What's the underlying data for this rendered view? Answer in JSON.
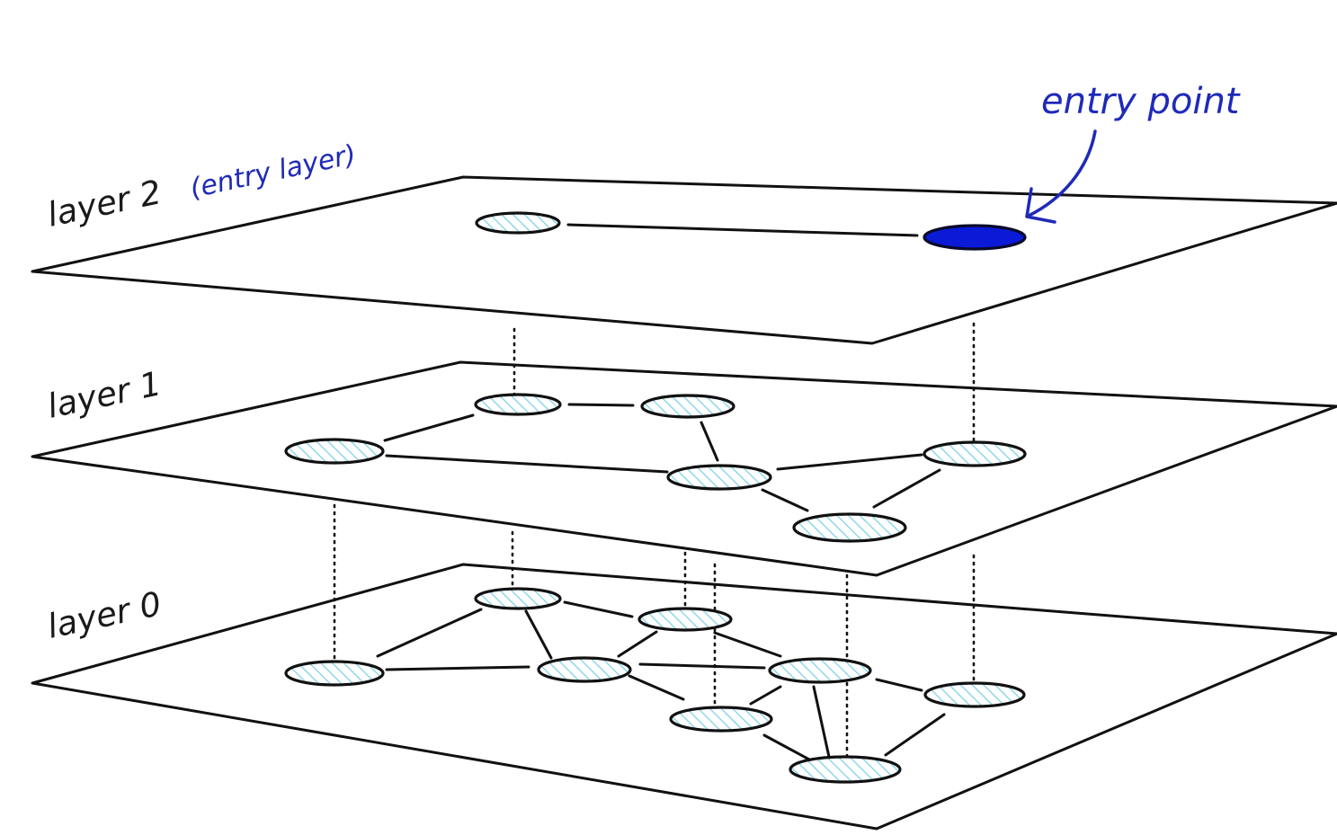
{
  "diagram": {
    "labels": {
      "layer2": "layer 2",
      "layer2_note": "(entry layer)",
      "layer1": "layer 1",
      "layer0": "layer 0",
      "entry_point": "entry point"
    },
    "colors": {
      "outline": "#111111",
      "node_hatch": "#8fd8e8",
      "entry_node": "#0a1ad6",
      "annotation": "#1f2ab8"
    }
  }
}
